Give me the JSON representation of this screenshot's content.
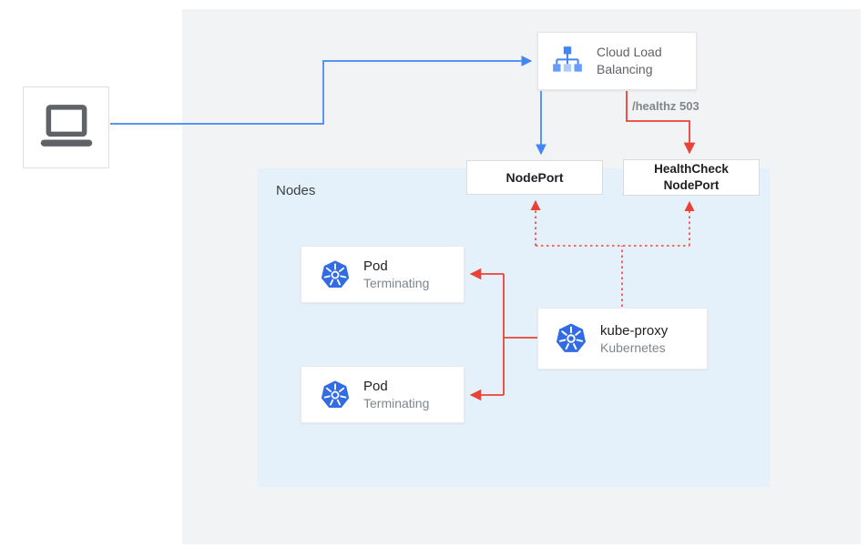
{
  "colors": {
    "blue_accent": "#4285f4",
    "red_accent": "#ea4335",
    "panel_bg": "#f1f3f4",
    "nodes_bg": "#e4f1fb",
    "box_border": "#dadce0",
    "kubernetes_blue": "#326ce5",
    "text_primary": "#202124",
    "text_secondary": "#80868b"
  },
  "icons": {
    "client": "laptop-icon",
    "load_balancer": "cloud-load-balancing-icon",
    "pod": "kubernetes-icon",
    "kube_proxy": "kubernetes-icon"
  },
  "labels": {
    "cloud_load_balancing": "Cloud Load Balancing",
    "healthz_status": "/healthz 503",
    "nodeport": "NodePort",
    "healthcheck_nodeport": "HealthCheck NodePort",
    "nodes_region": "Nodes"
  },
  "pods": [
    {
      "title": "Pod",
      "status": "Terminating"
    },
    {
      "title": "Pod",
      "status": "Terminating"
    }
  ],
  "kube_proxy": {
    "title": "kube-proxy",
    "subtitle": "Kubernetes"
  }
}
